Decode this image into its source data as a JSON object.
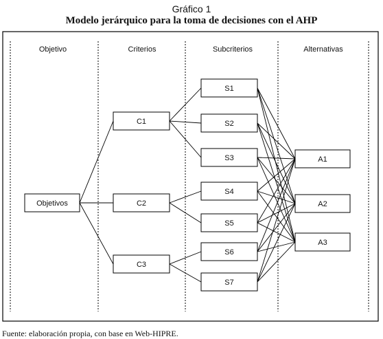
{
  "figure": {
    "caption_number": "Gráfico 1",
    "caption_title": "Modelo jerárquico para la toma de decisiones con el AHP",
    "source_note": "Fuente: elaboración propia, con base en Web-HIPRE."
  },
  "columns": [
    {
      "id": "objetivo",
      "label": "Objetivo"
    },
    {
      "id": "criterios",
      "label": "Criterios"
    },
    {
      "id": "subcriterios",
      "label": "Subcriterios"
    },
    {
      "id": "alternativas",
      "label": "Alternativas"
    }
  ],
  "nodes": [
    {
      "id": "goal",
      "label": "Objetivos",
      "level": "objetivo"
    },
    {
      "id": "C1",
      "label": "C1",
      "level": "criterios"
    },
    {
      "id": "C2",
      "label": "C2",
      "level": "criterios"
    },
    {
      "id": "C3",
      "label": "C3",
      "level": "criterios"
    },
    {
      "id": "S1",
      "label": "S1",
      "level": "subcriterios"
    },
    {
      "id": "S2",
      "label": "S2",
      "level": "subcriterios"
    },
    {
      "id": "S3",
      "label": "S3",
      "level": "subcriterios"
    },
    {
      "id": "S4",
      "label": "S4",
      "level": "subcriterios"
    },
    {
      "id": "S5",
      "label": "S5",
      "level": "subcriterios"
    },
    {
      "id": "S6",
      "label": "S6",
      "level": "subcriterios"
    },
    {
      "id": "S7",
      "label": "S7",
      "level": "subcriterios"
    },
    {
      "id": "A1",
      "label": "A1",
      "level": "alternativas"
    },
    {
      "id": "A2",
      "label": "A2",
      "level": "alternativas"
    },
    {
      "id": "A3",
      "label": "A3",
      "level": "alternativas"
    }
  ],
  "edges": [
    [
      "goal",
      "C1"
    ],
    [
      "goal",
      "C2"
    ],
    [
      "goal",
      "C3"
    ],
    [
      "C1",
      "S1"
    ],
    [
      "C1",
      "S2"
    ],
    [
      "C1",
      "S3"
    ],
    [
      "C2",
      "S4"
    ],
    [
      "C2",
      "S5"
    ],
    [
      "C3",
      "S6"
    ],
    [
      "C3",
      "S7"
    ],
    [
      "S1",
      "A1"
    ],
    [
      "S1",
      "A2"
    ],
    [
      "S1",
      "A3"
    ],
    [
      "S2",
      "A1"
    ],
    [
      "S2",
      "A2"
    ],
    [
      "S2",
      "A3"
    ],
    [
      "S3",
      "A1"
    ],
    [
      "S3",
      "A2"
    ],
    [
      "S3",
      "A3"
    ],
    [
      "S4",
      "A1"
    ],
    [
      "S4",
      "A2"
    ],
    [
      "S4",
      "A3"
    ],
    [
      "S5",
      "A1"
    ],
    [
      "S5",
      "A2"
    ],
    [
      "S5",
      "A3"
    ],
    [
      "S6",
      "A1"
    ],
    [
      "S6",
      "A2"
    ],
    [
      "S6",
      "A3"
    ],
    [
      "S7",
      "A1"
    ],
    [
      "S7",
      "A2"
    ],
    [
      "S7",
      "A3"
    ]
  ]
}
